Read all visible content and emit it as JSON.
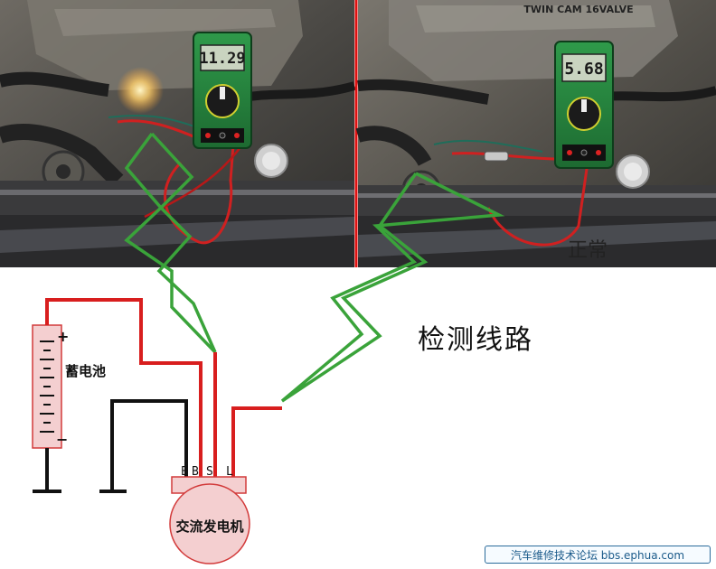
{
  "photos": {
    "left_meter_reading": "11.29",
    "right_meter_reading": "5.68",
    "engine_badge": "TWIN CAM 16VALVE",
    "normal_label": "正常"
  },
  "diagram": {
    "title": "检测线路",
    "battery_label": "蓄电池",
    "battery_plus": "+",
    "battery_minus": "−",
    "generator_label": "交流发电机",
    "terminals": [
      "E",
      "B",
      "S",
      "L"
    ]
  },
  "watermark": "汽车维修技术论坛 bbs.ephua.com",
  "colors": {
    "wire_positive": "#d81e1e",
    "wire_ground": "#111111",
    "lightning": "#3aa33a",
    "divider": "#e01010",
    "battery_fill": "#f4cfd0"
  }
}
